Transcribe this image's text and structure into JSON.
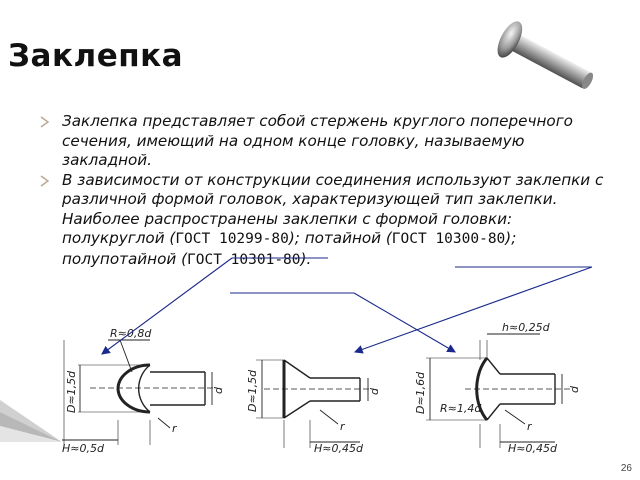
{
  "slide": {
    "title": "Заклепка",
    "page_number": "26"
  },
  "bullets": [
    {
      "text_parts": [
        "Заклепка  представляет собой стержень круглого поперечного сечения, имеющий на одном конце головку, называемую закладной."
      ]
    },
    {
      "pre": "В зависимости от конструкции соединения используют заклепки с различной формой головок, характеризующей тип заклепки. Наиболее распространены заклепки с формой головки: полукруглой (",
      "g1": "ГОСТ 10299-80",
      "mid1": "); потайной (",
      "g2": "ГОСТ 10300-80",
      "mid2": "); полупотайной (",
      "g3": "ГОСТ 10301-80",
      "post": ")."
    }
  ],
  "drawings": {
    "d1": {
      "R": "R≈0,8d",
      "D": "D≈1,5d",
      "d": "d",
      "r": "r",
      "H": "H≈0,5d"
    },
    "d2": {
      "D": "D≈1,5d",
      "d": "d",
      "r": "r",
      "H": "H≈0,45d"
    },
    "d3": {
      "h": "h≈0,25d",
      "D": "D≈1,6d",
      "R": "R≈1,4d",
      "d": "d",
      "r": "r",
      "H": "H≈0,45d"
    }
  },
  "colors": {
    "arrow": "#1a2a8c",
    "bullet_mark": "#b8a890",
    "line": "#222222"
  }
}
